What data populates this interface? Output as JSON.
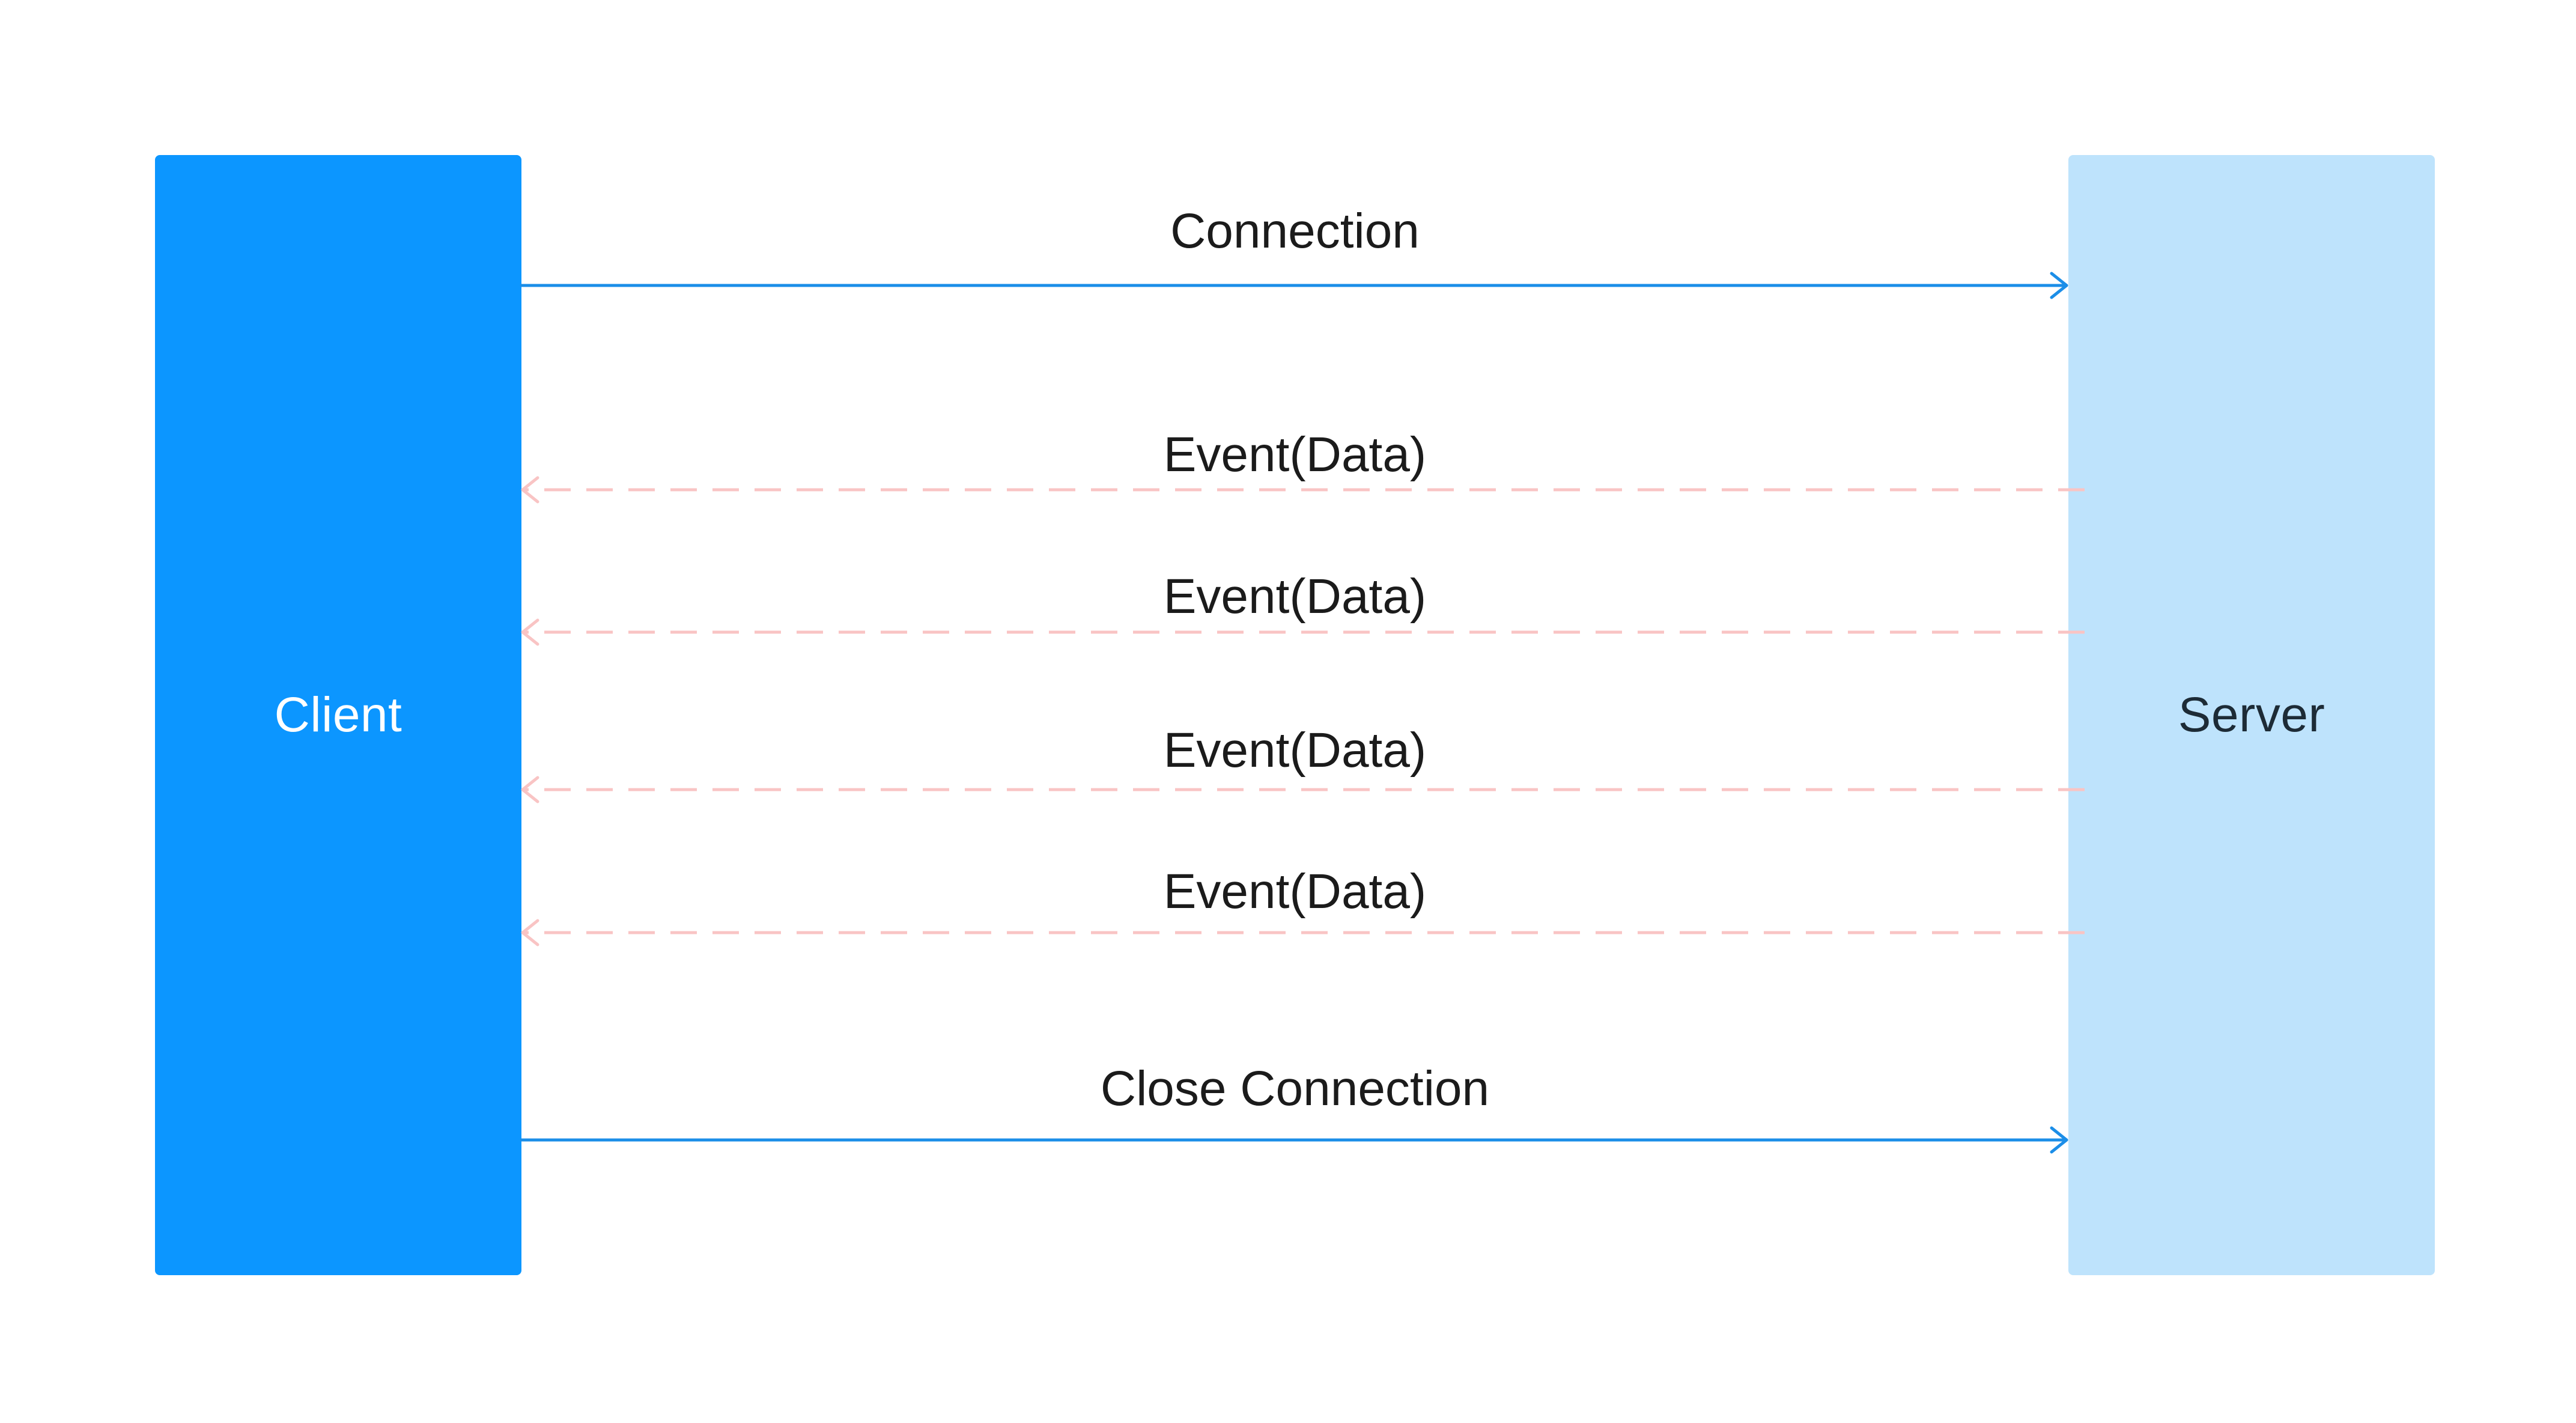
{
  "participants": {
    "client": {
      "label": "Client",
      "fill": "#0c96ff",
      "text_color": "#ffffff"
    },
    "server": {
      "label": "Server",
      "fill": "#bee3fc",
      "text_color": "#1d2b36"
    }
  },
  "messages": [
    {
      "label": "Connection",
      "direction": "client-to-server",
      "style": "solid",
      "color": "#1b8ee8"
    },
    {
      "label": "Event(Data)",
      "direction": "server-to-client",
      "style": "dashed",
      "color": "#f9c4c4"
    },
    {
      "label": "Event(Data)",
      "direction": "server-to-client",
      "style": "dashed",
      "color": "#f9c4c4"
    },
    {
      "label": "Event(Data)",
      "direction": "server-to-client",
      "style": "dashed",
      "color": "#f9c4c4"
    },
    {
      "label": "Event(Data)",
      "direction": "server-to-client",
      "style": "dashed",
      "color": "#f9c4c4"
    },
    {
      "label": "Close Connection",
      "direction": "client-to-server",
      "style": "solid",
      "color": "#1b8ee8"
    }
  ]
}
